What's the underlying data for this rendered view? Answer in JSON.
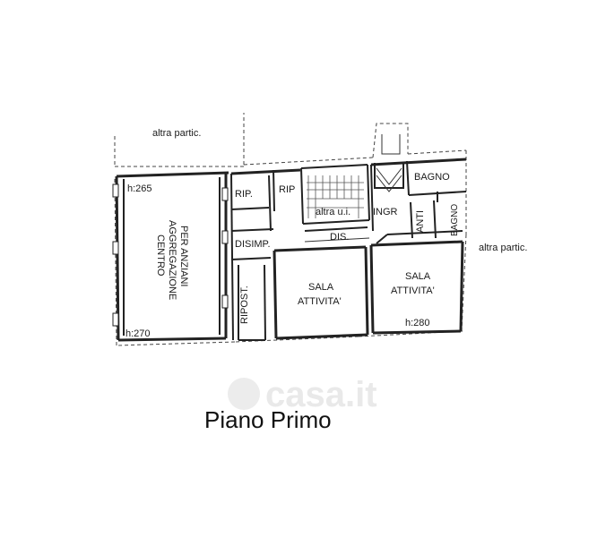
{
  "labels": {
    "altra_partic_top": "altra partic.",
    "altra_partic_right": "altra partic.",
    "h265": "h:265",
    "h270": "h:270",
    "h280": "h:280",
    "centro_1": "CENTRO",
    "centro_2": "AGGREGAZIONE",
    "centro_3": "PER ANZIANI",
    "rip_1": "RIP.",
    "rip_2": "RIP",
    "disimp": "DISIMP.",
    "ripost": "RIPOST.",
    "altra_ui": "altra u.i.",
    "ingr": "INGR",
    "dis": "DIS.",
    "anti": "ANTI",
    "bagno_1": "BAGNO",
    "bagno_2": "BAGNO",
    "sala1_1": "SALA",
    "sala1_2": "ATTIVITA'",
    "sala2_1": "SALA",
    "sala2_2": "ATTIVITA'"
  },
  "watermark": "casa.it",
  "title": "Piano Primo"
}
